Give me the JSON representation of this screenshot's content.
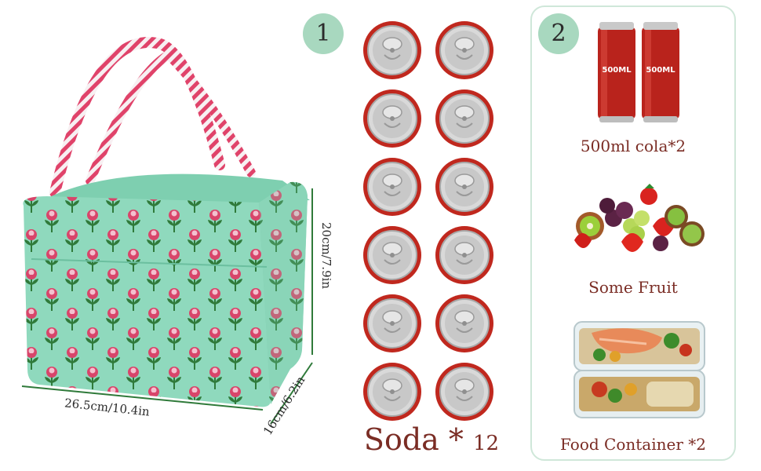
{
  "bag": {
    "height_dim": "20cm/7.9in",
    "width_dim": "26.5cm/10.4in",
    "depth_dim": "16cm/6.2in"
  },
  "section1": {
    "badge": "1",
    "label_main": "Soda *",
    "label_count": "12",
    "can_count": 12
  },
  "section2": {
    "badge": "2",
    "can_text": "500ML",
    "items": [
      {
        "label": "500ml cola*2"
      },
      {
        "label": "Some Fruit"
      },
      {
        "label": "Food Container *2"
      }
    ]
  },
  "colors": {
    "badge": "#a8d8bf",
    "accent_text": "#7a2c24",
    "bag_mint": "#8fd9bd",
    "can_red": "#c0281e"
  }
}
